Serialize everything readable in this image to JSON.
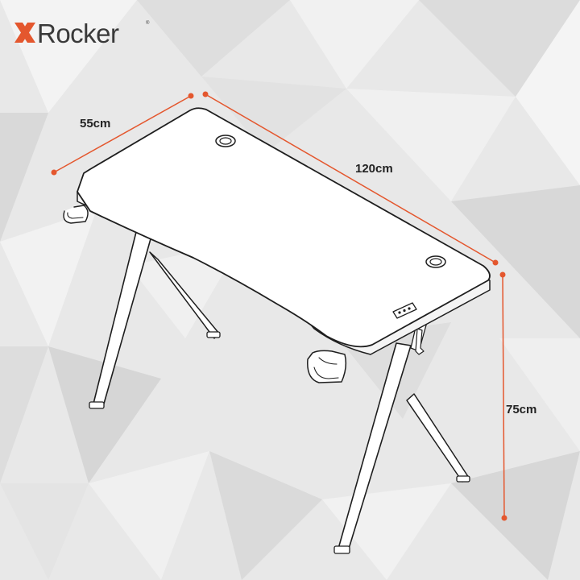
{
  "brand": {
    "name": "Rocker",
    "trademark": "®"
  },
  "dimensions": {
    "depth": "55cm",
    "width": "120cm",
    "height": "75cm"
  },
  "colors": {
    "logo_x": "#e4572e",
    "dimension_line": "#e4572e",
    "outline": "#1e1e1e",
    "desk_fill": "#ffffff"
  }
}
